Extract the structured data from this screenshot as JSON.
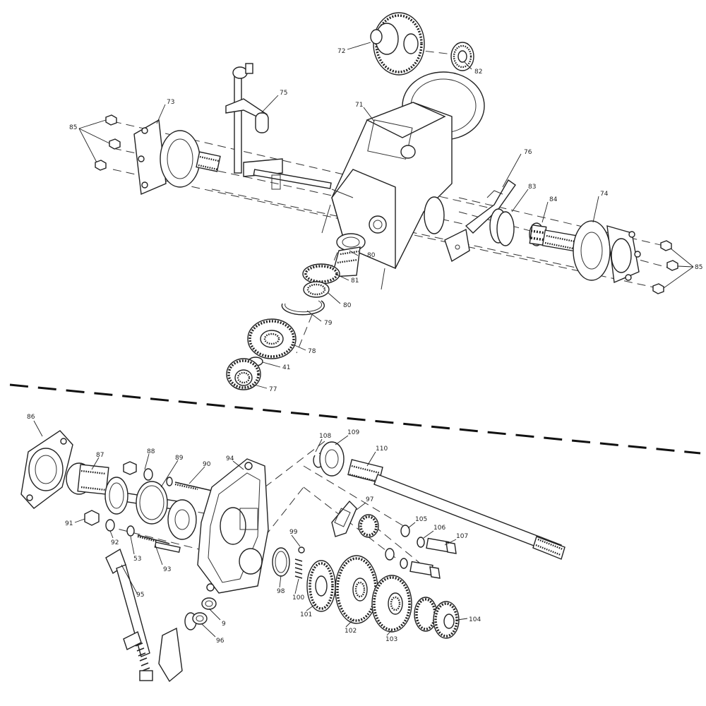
{
  "diagram": {
    "upper_labels": {
      "p72": "72",
      "p82": "82",
      "p75": "75",
      "p71": "71",
      "p73": "73",
      "p85_left": "85",
      "p76": "76",
      "p83": "83",
      "p84": "84",
      "p74": "74",
      "p85_right": "85",
      "p80_a": "80",
      "p81": "81",
      "p80_b": "80",
      "p79": "79",
      "p78": "78",
      "p41": "41",
      "p77": "77"
    },
    "lower_labels": {
      "p86": "86",
      "p87": "87",
      "p88": "88",
      "p89": "89",
      "p90": "90",
      "p94": "94",
      "p91": "91",
      "p92": "92",
      "p53": "53",
      "p93": "93",
      "p95": "95",
      "p108": "108",
      "p109": "109",
      "p110": "110",
      "p97": "97",
      "p105_a": "105",
      "p106": "106",
      "p107": "107",
      "p99": "99",
      "p98": "98",
      "p100": "100",
      "p9": "9",
      "p96": "96",
      "p101": "101",
      "p102": "102",
      "p103": "103",
      "p104": "104"
    }
  }
}
